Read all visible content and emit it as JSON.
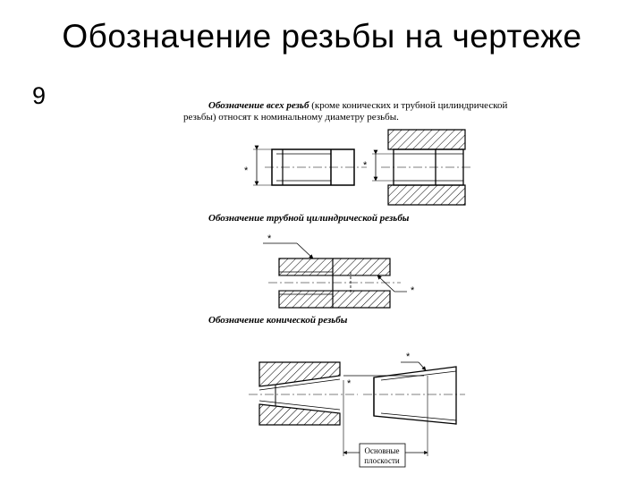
{
  "slide": {
    "title": "Обозначение резьбы на чертеже",
    "number": "9"
  },
  "figure": {
    "note_italic": "Обозначение всех резьб",
    "note_rest_line1": " (кроме конических и трубной  цилиндрической",
    "note_line2": "резьбы) относят к номинальному диаметру резьбы.",
    "caption_pipe": "Обозначение трубной цилиндрической резьбы",
    "caption_conic": "Обозначение конической резьбы",
    "marker": "*",
    "base_planes_line1": "Основные",
    "base_planes_line2": "плоскости"
  }
}
